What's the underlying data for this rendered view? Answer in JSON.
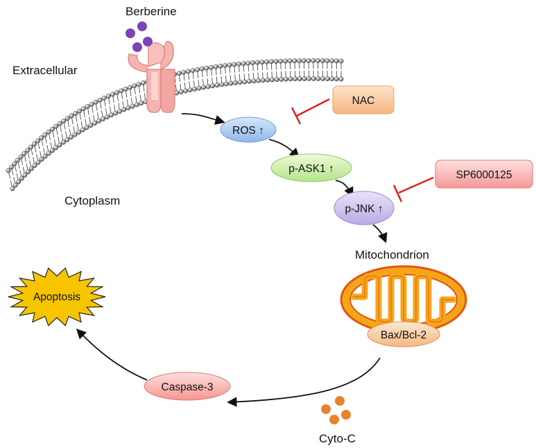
{
  "labels": {
    "berberine": "Berberine",
    "extracellular": "Extracellular",
    "cytoplasm": "Cytoplasm",
    "mitochondrion": "Mitochondrion",
    "cyto_c": "Cyto-C"
  },
  "nodes": {
    "ros": "ROS ↑",
    "p_ask1": "p-ASK1 ↑",
    "p_jnk": "p-JNK ↑",
    "bax_bcl2": "Bax/Bcl-2",
    "caspase3": "Caspase-3",
    "apoptosis": "Apoptosis"
  },
  "inhibitors": {
    "nac": "NAC",
    "sp600125": "SP6000125"
  },
  "colors": {
    "ros": "#9fc3ee",
    "p_ask1": "#c8eda0",
    "p_jnk": "#cdbfe9",
    "caspase3": "#f7a9a5",
    "inhibitor": "#f9c49a",
    "inhibitor_red": "#f8a3a3",
    "inhibitor_bar": "#e02020",
    "apoptosis": "#f7c500",
    "mito_outer": "#f0a21b",
    "mito_outline": "#e8550d",
    "berberine": "#7b45b5",
    "cyto_c": "#e9822e",
    "receptor": "#f6b3b0"
  }
}
